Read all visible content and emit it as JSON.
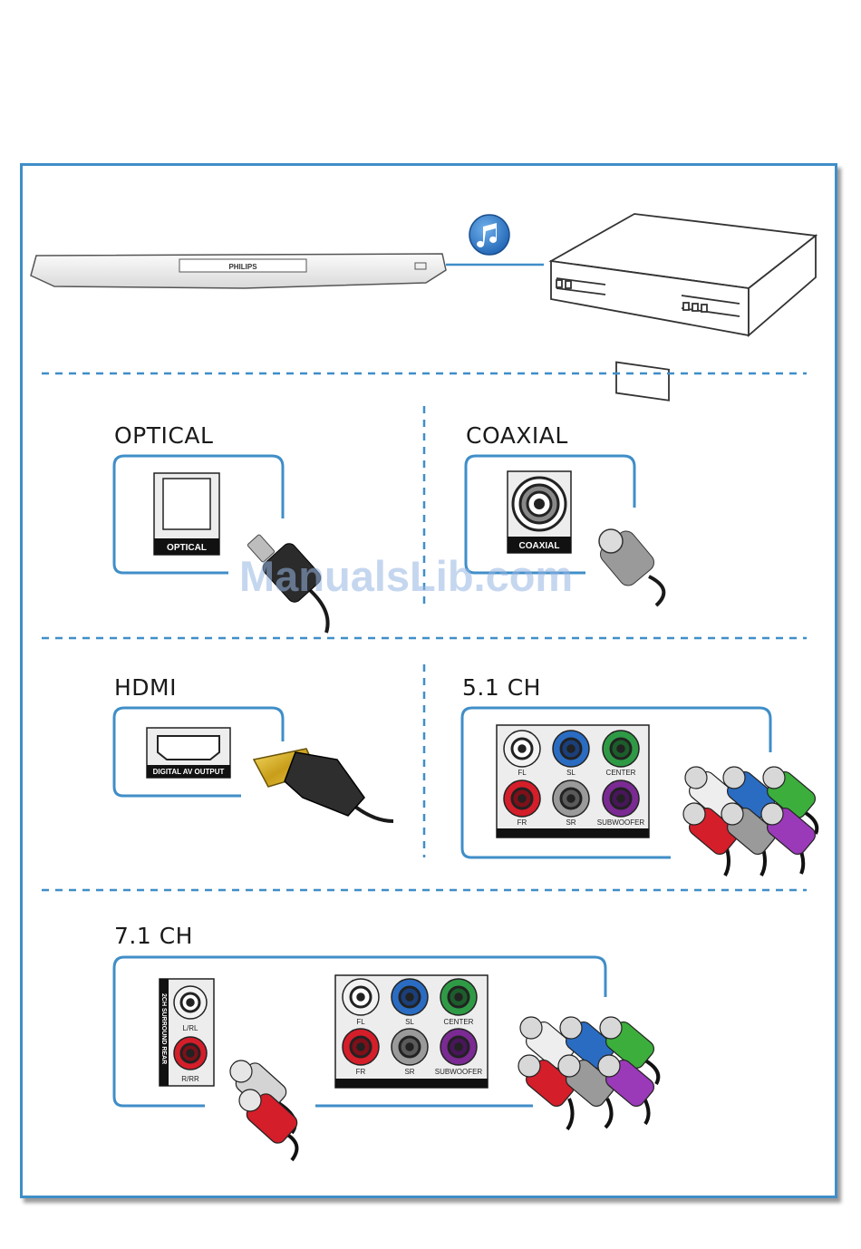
{
  "player": {
    "brand": "PHILIPS"
  },
  "sections": {
    "optical": {
      "title": "OPTICAL",
      "port_label": "OPTICAL"
    },
    "coaxial": {
      "title": "COAXIAL",
      "port_label": "COAXIAL"
    },
    "hdmi": {
      "title": "HDMI",
      "port_label": "DIGITAL AV OUTPUT"
    },
    "ch51": {
      "title": "5.1 CH",
      "ports": [
        "FL",
        "SL",
        "CENTER",
        "FR",
        "SR",
        "SUBWOOFER"
      ]
    },
    "ch71": {
      "title": "7.1 CH",
      "rear_ports": [
        "L/RL",
        "R/RR"
      ],
      "rear_panel_label": "2CH SURROUND REAR",
      "ports": [
        "FL",
        "SL",
        "CENTER",
        "FR",
        "SR",
        "SUBWOOFER"
      ]
    }
  },
  "watermark": "ManualsLib.com",
  "colors": {
    "frame": "#3f8ec8",
    "fl": "#f2f2f2",
    "sl": "#2a6cc2",
    "center": "#2f9a45",
    "fr": "#d41e2a",
    "sr": "#9a9a9a",
    "subwoofer": "#7a2a92"
  },
  "icons": {
    "audio": "music-note-icon"
  }
}
